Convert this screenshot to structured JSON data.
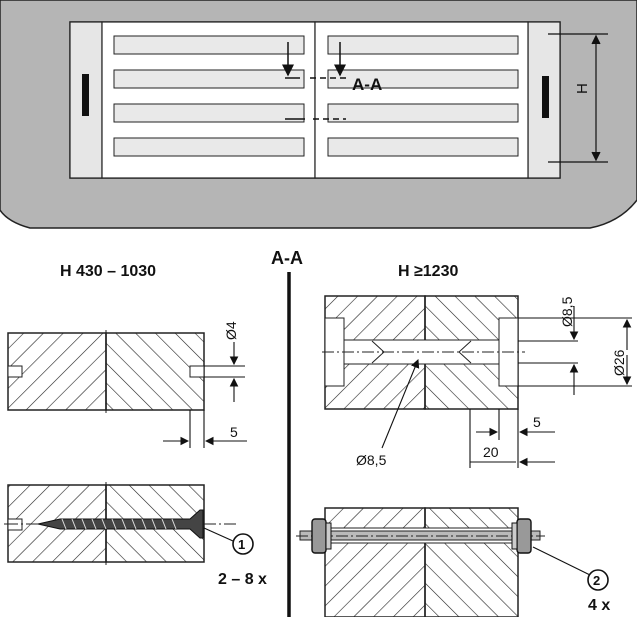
{
  "top_view": {
    "section_marker": "A-A",
    "height_label": "H"
  },
  "section": {
    "title": "A-A",
    "left_heading": "H 430 – 1030",
    "right_heading": "H ≥1230"
  },
  "left_dims": {
    "hole_diameter": "Ø4",
    "edge_distance": "5"
  },
  "right_dims": {
    "small_diameter": "Ø8,5",
    "large_diameter": "Ø26",
    "bore_label": "Ø8,5",
    "edge_distance": "5",
    "depth": "20"
  },
  "callouts": {
    "screw_number": "1",
    "screw_qty": "2 – 8 x",
    "bolt_number": "2",
    "bolt_qty": "4 x"
  }
}
